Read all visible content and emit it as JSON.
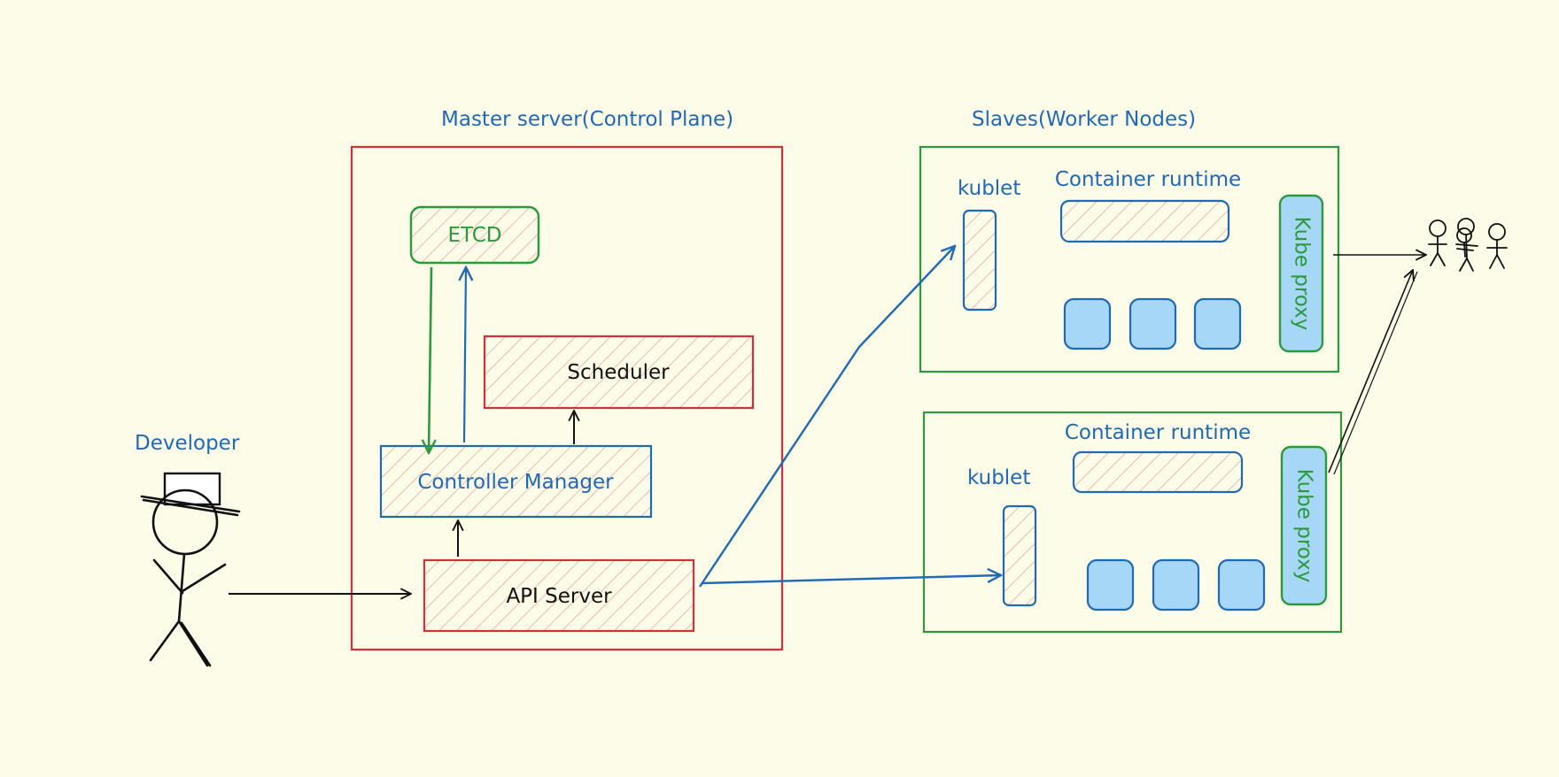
{
  "colors": {
    "background": "#fdfce8",
    "red": "#d0313a",
    "green": "#2b9a3c",
    "blue": "#1f6ab8",
    "ink": "#111111",
    "hatch_red": "#f0a8a0",
    "pod_fill": "#a7d7f7",
    "proxy_fill": "#a7d7f7"
  },
  "labels": {
    "developer": "Developer",
    "master_title": "Master server(Control Plane)",
    "workers_title": "Slaves(Worker Nodes)",
    "etcd": "ETCD",
    "scheduler": "Scheduler",
    "controller_manager": "Controller Manager",
    "api_server": "API Server",
    "kublet_1": "kublet",
    "container_runtime_1": "Container runtime",
    "kube_proxy_1": "Kube proxy",
    "kublet_2": "kublet",
    "container_runtime_2": "Container runtime",
    "kube_proxy_2": "Kube proxy"
  },
  "icons": {
    "developer": "stick-figure-with-hat-icon",
    "users": "group-of-stick-figures-icon"
  }
}
